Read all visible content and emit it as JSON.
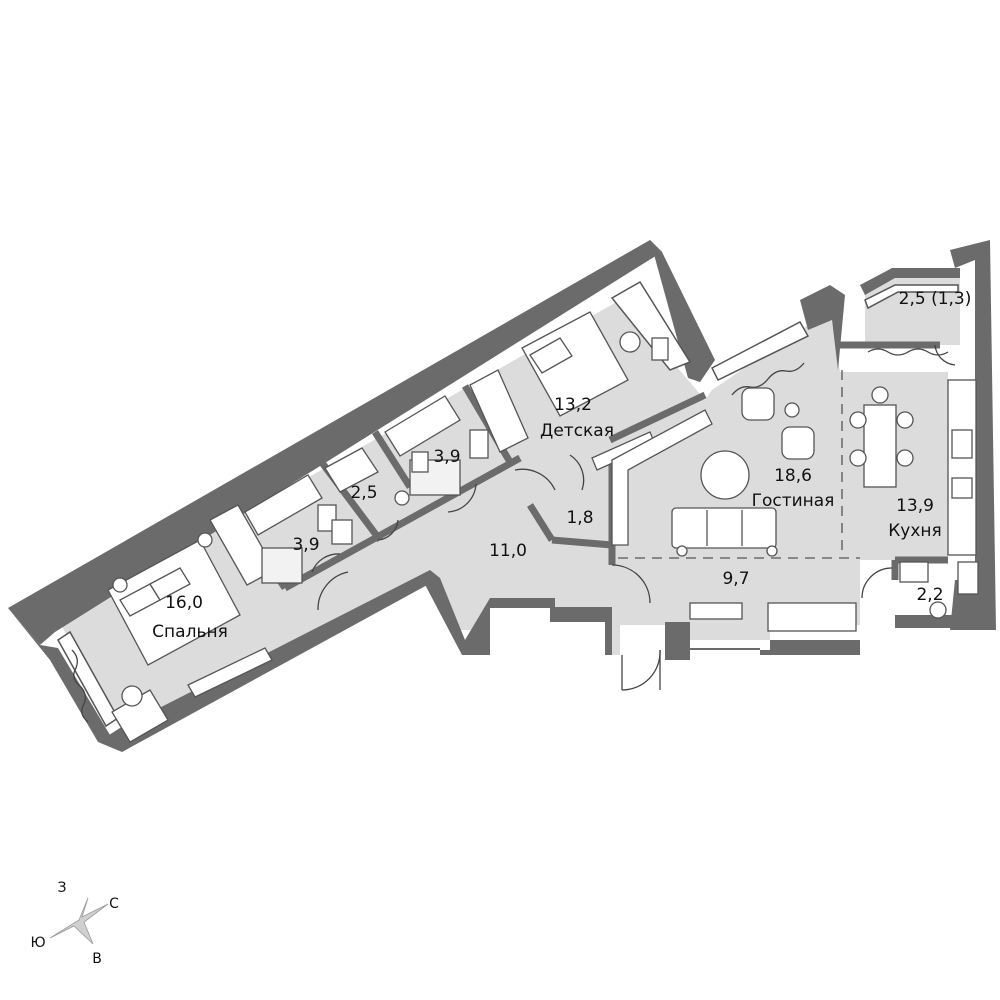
{
  "rooms": {
    "bedroom": {
      "area": "16,0",
      "name": "Спальня"
    },
    "bath1": {
      "area": "3,9"
    },
    "wc1": {
      "area": "2,5"
    },
    "bath2": {
      "area": "3,9"
    },
    "nursery": {
      "area": "13,2",
      "name": "Детская"
    },
    "closet": {
      "area": "1,8"
    },
    "corridor": {
      "area": "11,0"
    },
    "living": {
      "area": "18,6",
      "name": "Гостиная"
    },
    "hall": {
      "area": "9,7"
    },
    "kitchen": {
      "area": "13,9",
      "name": "Кухня"
    },
    "balcony": {
      "area": "2,5 (1,3)"
    },
    "wc2": {
      "area": "2,2"
    }
  },
  "compass": {
    "north": "С",
    "south": "Ю",
    "east": "В",
    "west": "З"
  },
  "colors": {
    "wall": "#6b6b6b",
    "floor": "#dcdcdc",
    "furniture": "#ffffff",
    "line": "#555555"
  }
}
